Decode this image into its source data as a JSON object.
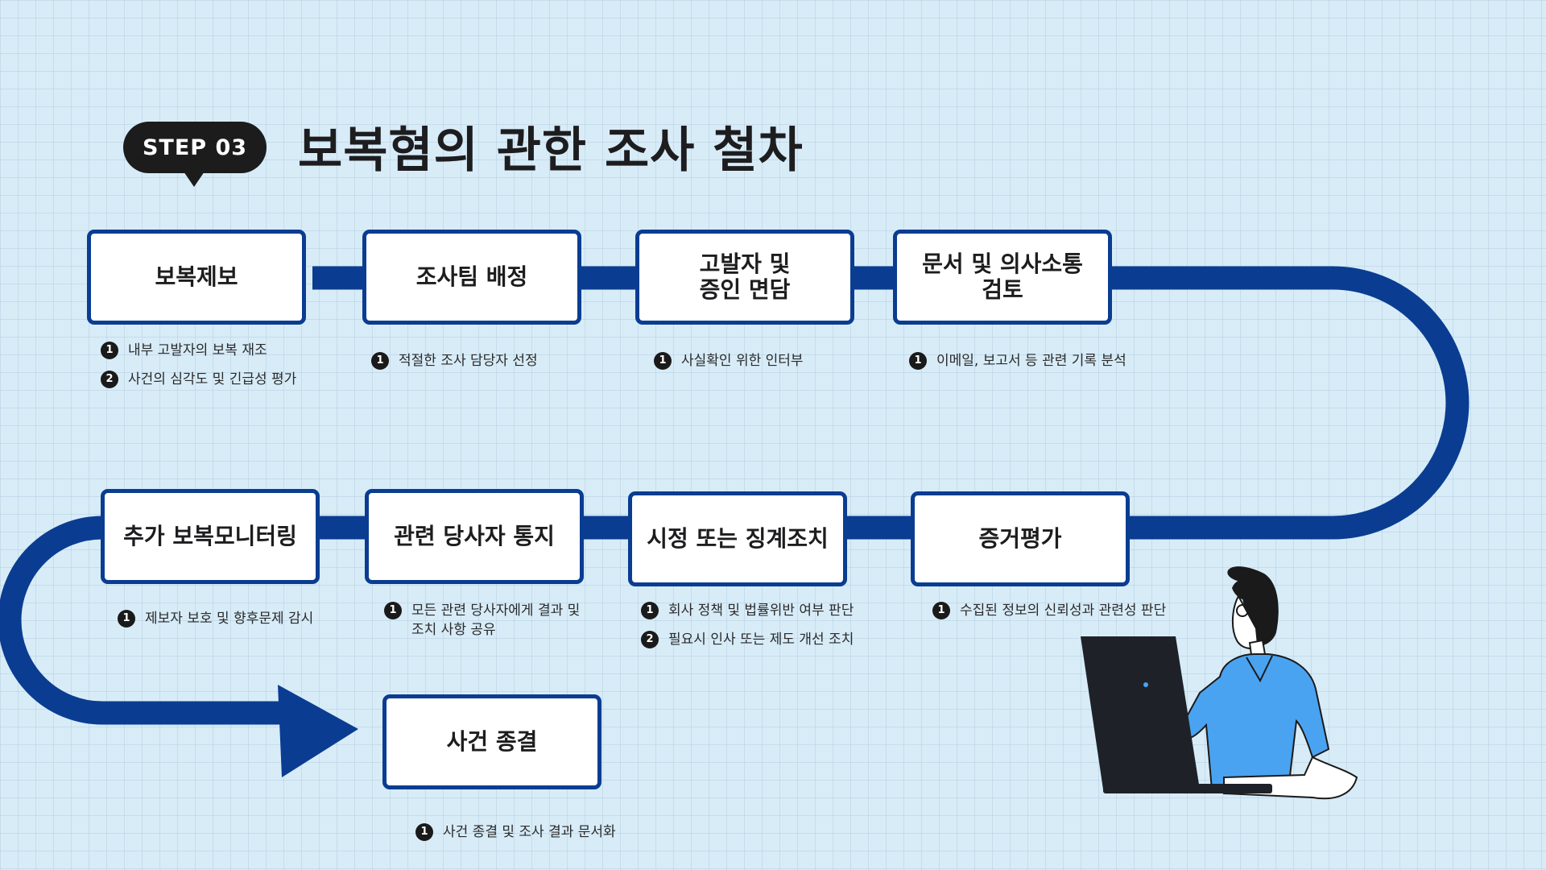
{
  "badge": {
    "label": "STEP 03"
  },
  "title": "보복혐의 관한 조사 철차",
  "colors": {
    "background": "#d8ecf8",
    "flow_line": "#0a3d91",
    "box_border": "#0a3d91",
    "badge": "#1c1c1c",
    "shirt": "#4aa3f0",
    "laptop": "#1e2228"
  },
  "steps": [
    {
      "label": "보복제보",
      "notes": [
        "내부 고발자의 보복 재조",
        "사건의 심각도 및 긴급성 평가"
      ]
    },
    {
      "label": "조사팀 배정",
      "notes": [
        "적절한 조사 담당자 선정"
      ]
    },
    {
      "label": "고발자 및\n증인 면담",
      "notes": [
        "사실확인 위한 인터부"
      ]
    },
    {
      "label": "문서 및 의사소통\n검토",
      "notes": [
        "이메일, 보고서 등 관련 기록 분석"
      ]
    },
    {
      "label": "증거평가",
      "notes": [
        "수집된 정보의 신뢰성과 관련성 판단"
      ]
    },
    {
      "label": "시정 또는 징계조치",
      "notes": [
        "회사 정책 및 법률위반 여부 판단",
        "필요시 인사 또는 제도 개선 조치"
      ]
    },
    {
      "label": "관련 당사자 통지",
      "notes": [
        "모든 관련 당사자에게 결과 및 조치 사항 공유"
      ]
    },
    {
      "label": "추가 보복모니터링",
      "notes": [
        "제보자 보호 및 향후문제 감시"
      ]
    },
    {
      "label": "사건 종결",
      "notes": [
        "사건 종결 및 조사 결과 문서화"
      ]
    }
  ],
  "illustration": {
    "icon": "person-at-laptop-icon"
  }
}
